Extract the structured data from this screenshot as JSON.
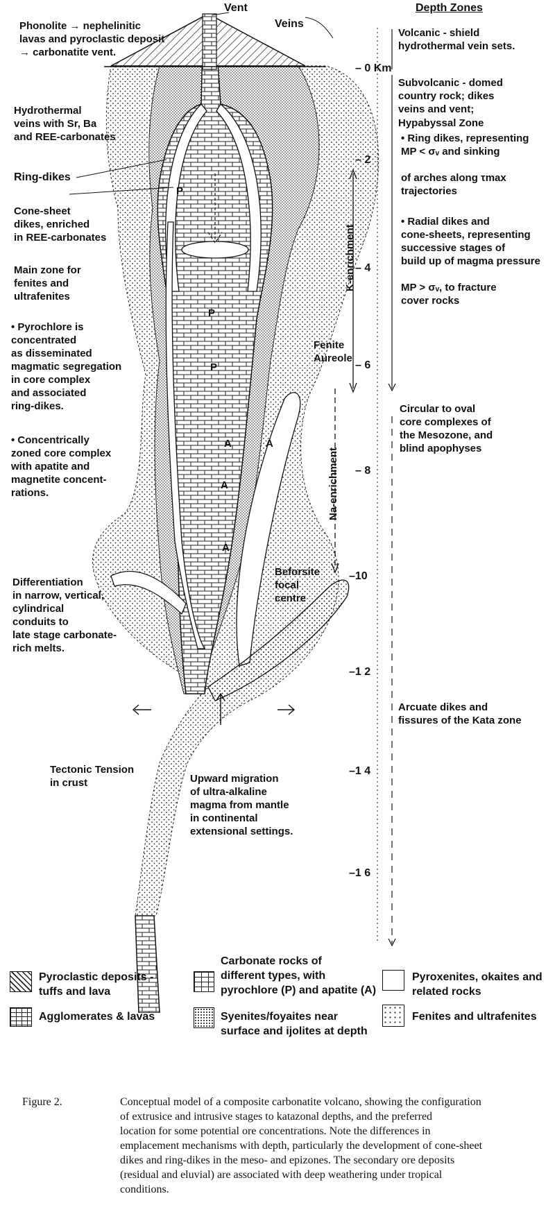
{
  "figure": {
    "top_labels": {
      "vent": "Vent",
      "veins": "Veins",
      "depth_zones": "Depth Zones"
    },
    "left_labels": {
      "phonolite": "Phonolite → nephelinitic\nlavas and pyroclastic deposit\n→ carbonatite vent.",
      "hydrothermal": "Hydrothermal\nveins with Sr, Ba\nand REE-carbonates",
      "ring_dikes": "Ring-dikes",
      "cone_sheet": "Cone-sheet\ndikes, enriched\nin REE-carbonates",
      "main_zone": "Main zone for\nfenites and\nultrafenites",
      "pyrochlore": "•  Pyrochlore is\n    concentrated\n    as disseminated\n    magmatic segregation\n    in core complex\n    and associated\n    ring-dikes.",
      "concentric": "•  Concentrically\n    zoned core complex\n    with apatite and\n    magnetite concent-\n    rations.",
      "differentiation": "Differentiation\nin narrow, vertical,\ncylindrical\nconduits to\nlate stage carbonate-\nrich melts.",
      "tectonic": "Tectonic Tension\nin crust"
    },
    "center_labels": {
      "fenite_aureole": "Fenite\nAureole",
      "beforsite": "Beforsite\nfocal\ncentre",
      "upward": "Upward migration\nof ultra-alkaline\nmagma from mantle\nin continental\nextensional settings.",
      "k_enrichment": "K-enrichment",
      "na_enrichment": "Na-enrichment",
      "p": "P",
      "a": "A"
    },
    "right_labels": {
      "volcanic": "Volcanic - shield\nhydrothermal vein sets.",
      "subvolcanic": "Subvolcanic - domed\n  country rock; dikes\n  veins and vent;",
      "hypabyssal": "Hypabyssal Zone",
      "ring_dikes_rep": "•  Ring dikes, representing\n    MP < σᵥ and sinking\n\n    of arches along τmax\n    trajectories",
      "radial_dikes": "•  Radial dikes and\n    cone-sheets, representing\n    successive stages of\n    build up of magma pressure\n\n    MP > σᵥ, to fracture\n    cover rocks",
      "circular": "Circular to oval\n  core complexes of\n  the Mesozone, and\n  blind apophyses",
      "arcuate": "Arcuate dikes and\n  fissures of the Kata zone"
    },
    "depth_ticks": [
      "– 0 Km",
      "– 2",
      "– 4",
      "– 6",
      "– 8",
      "–10",
      "–1 2",
      "–1 4",
      "–1 6"
    ]
  },
  "legend": [
    {
      "id": "pyroclastic",
      "label": "Pyroclastic deposits -\ntuffs and lava"
    },
    {
      "id": "carbonate",
      "label": "Carbonate rocks of\ndifferent types, with\npyrochlore (P) and apatite (A)"
    },
    {
      "id": "pyroxenites",
      "label": "Pyroxenites, okaites and\nrelated rocks"
    },
    {
      "id": "agglomerates",
      "label": "Agglomerates & lavas"
    },
    {
      "id": "syenites",
      "label": "Syenites/foyaites near\nsurface and ijolites at depth"
    },
    {
      "id": "fenites",
      "label": "Fenites and ultrafenites"
    }
  ],
  "caption": {
    "lead": "Figure 2.",
    "text": "Conceptual model of a composite carbonatite volcano, showing the configuration\nof extrusice and intrusive stages to katazonal depths, and the preferred\nlocation for some potential ore concentrations.  Note the differences in\nemplacement mechanisms with depth, particularly the development of cone-sheet\ndikes and ring-dikes in the meso- and epizones.  The secondary ore deposits\n(residual and eluvial) are associated with deep weathering under tropical\nconditions."
  }
}
